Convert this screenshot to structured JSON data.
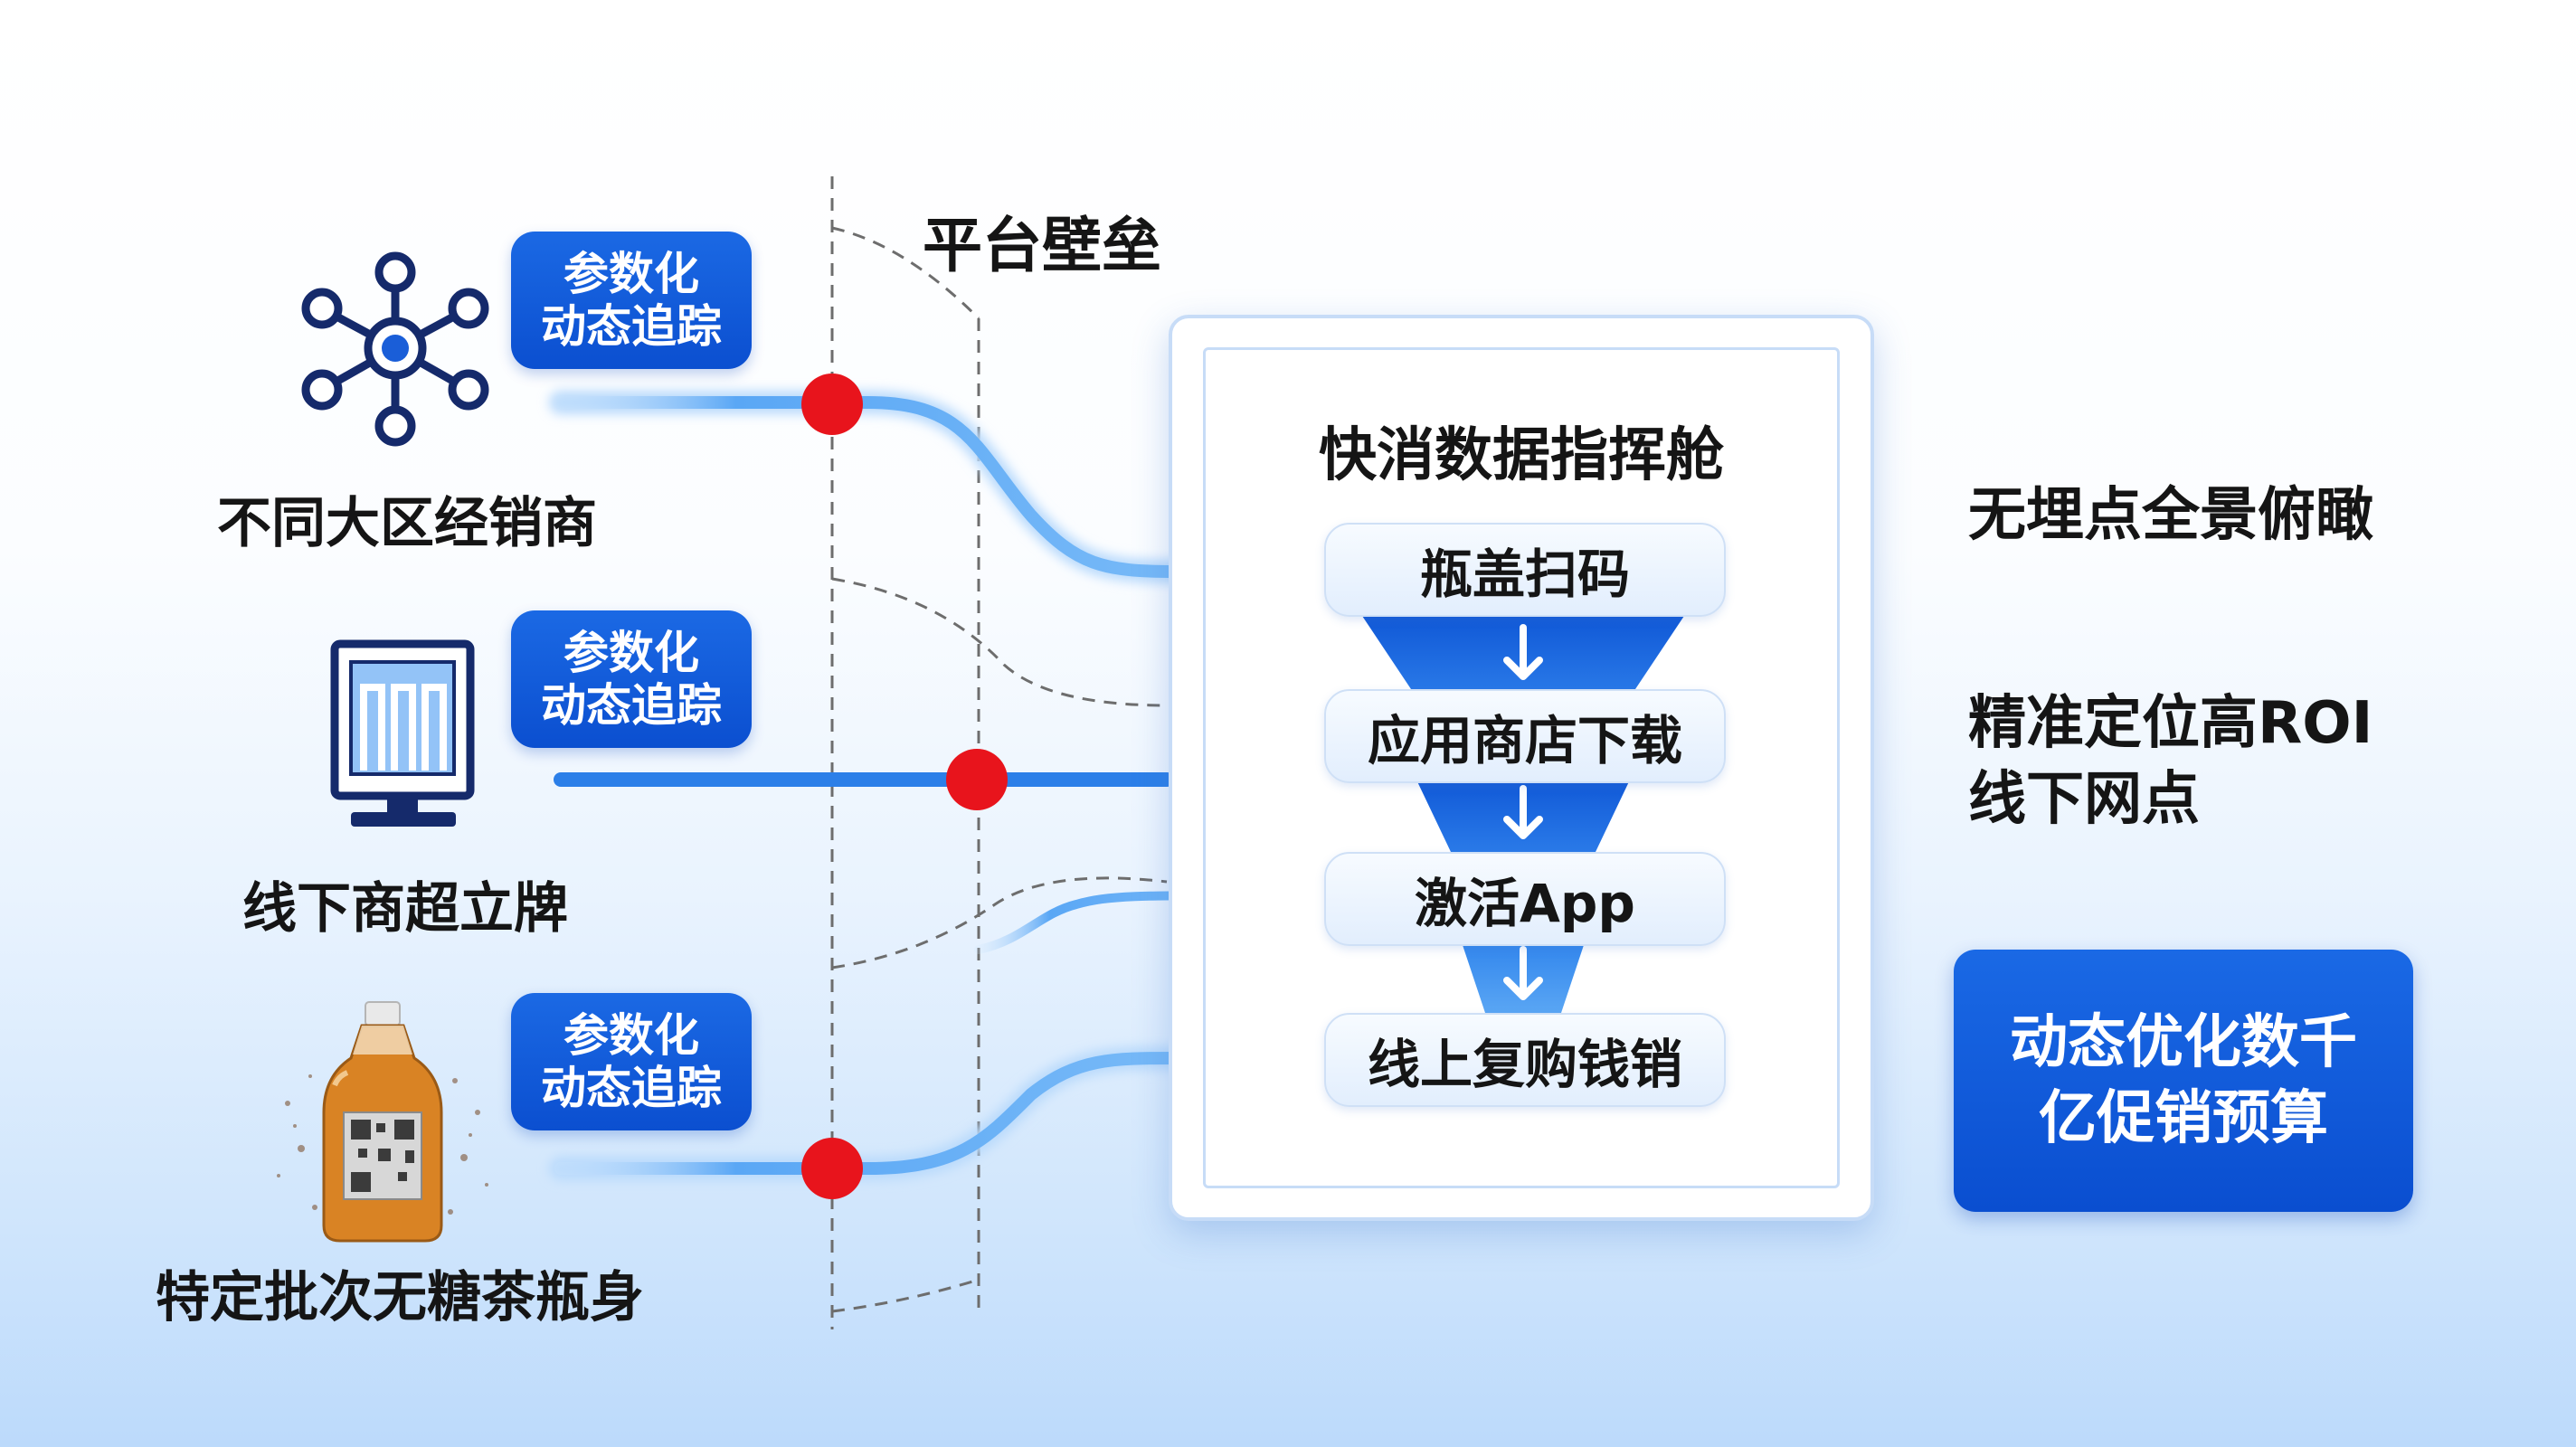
{
  "wall": {
    "title": "平台壁垒"
  },
  "sources": [
    {
      "badge_line1": "参数化",
      "badge_line2": "动态追踪",
      "label": "不同大区经销商",
      "icon": "network-hub-icon"
    },
    {
      "badge_line1": "参数化",
      "badge_line2": "动态追踪",
      "label": "线下商超立牌",
      "icon": "display-monitor-icon"
    },
    {
      "badge_line1": "参数化",
      "badge_line2": "动态追踪",
      "label": "特定批次无糖茶瓶身",
      "icon": "tea-bottle-icon"
    }
  ],
  "cockpit": {
    "title": "快消数据指挥舱",
    "steps": [
      "瓶盖扫码",
      "应用商店下载",
      "激活App",
      "线上复购钱销"
    ]
  },
  "benefits": {
    "item1": "无埋点全景俯瞰",
    "item2_line1": "精准定位高ROI",
    "item2_line2": "线下网点",
    "budget_line1": "动态优化数千",
    "budget_line2": "亿促销预算"
  },
  "colors": {
    "brand_blue": "#0b4fd0",
    "flow_light_blue": "#6fb4f7",
    "checkpoint_red": "#e8141c",
    "funnel_blue": "#1766e0"
  }
}
